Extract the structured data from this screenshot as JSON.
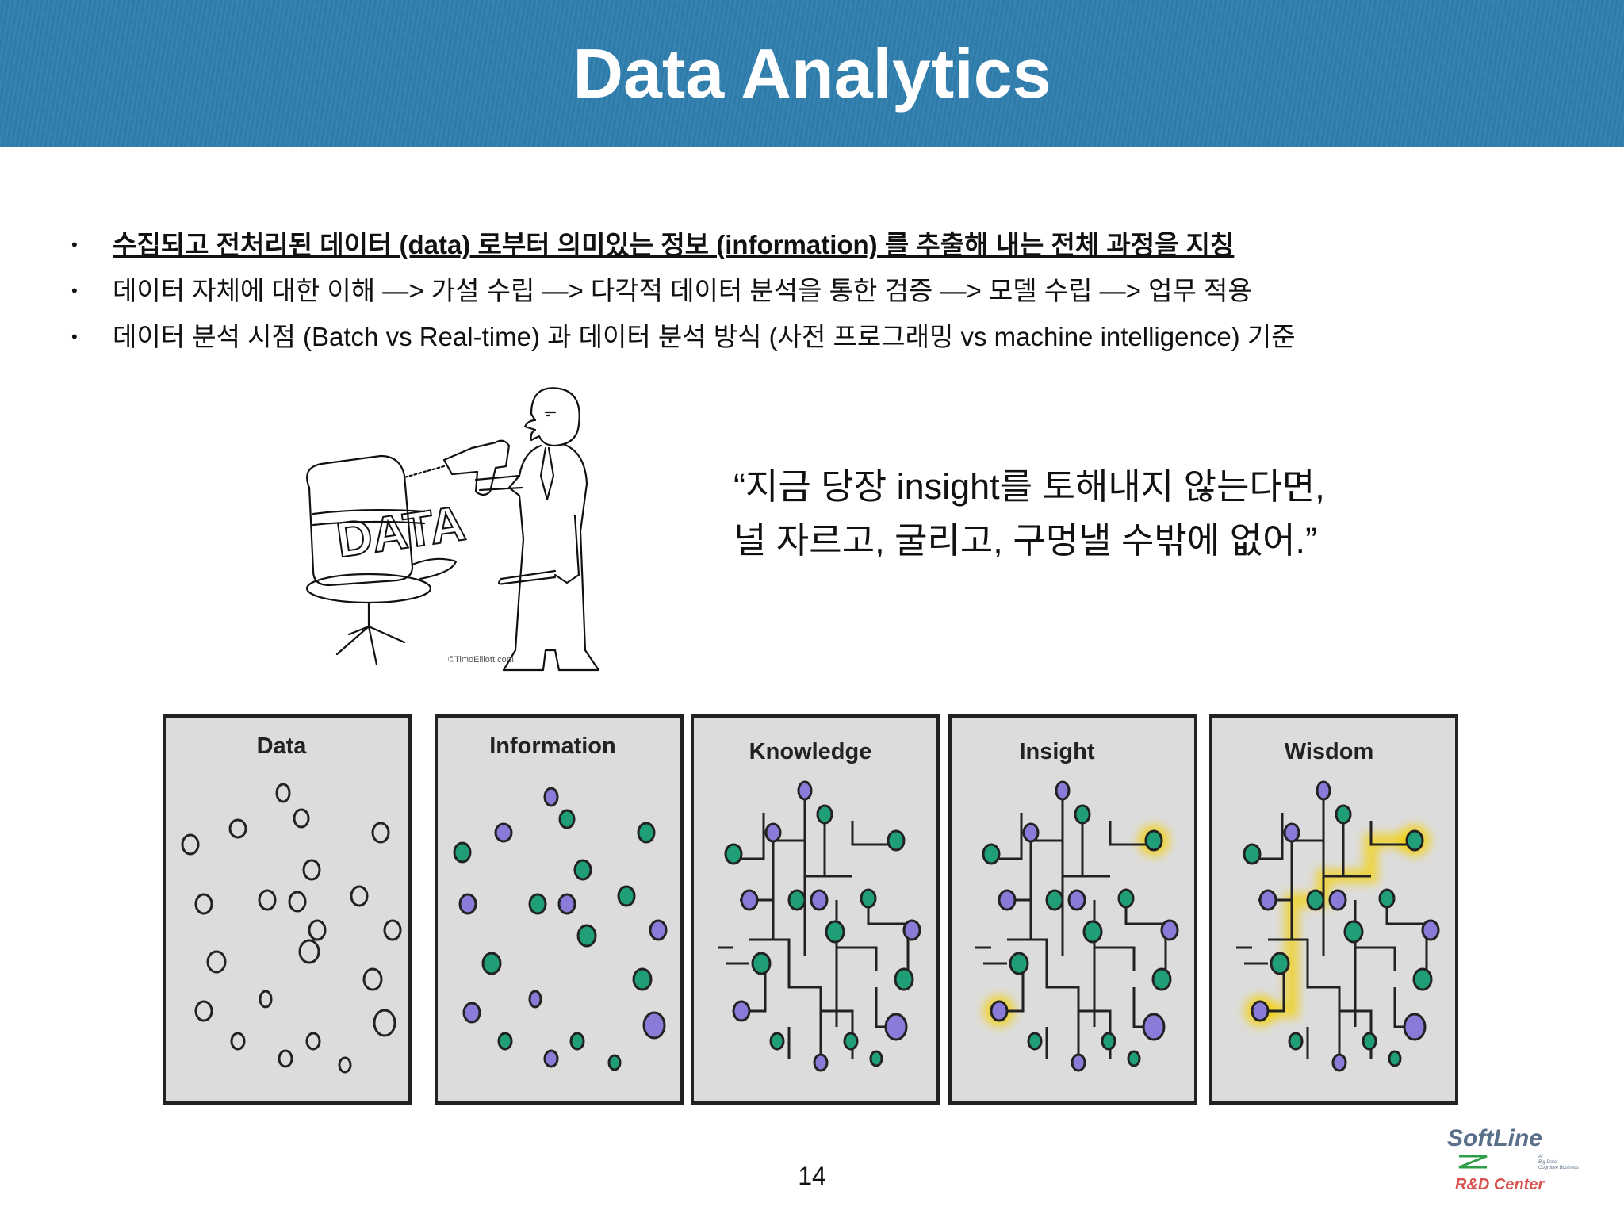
{
  "title": "Data Analytics",
  "bullets": [
    "수집되고 전처리된 데이터 (data) 로부터 의미있는 정보 (information) 를 추출해 내는 전체 과정을 지칭",
    "데이터 자체에 대한 이해 —> 가설 수립 —> 다각적 데이터 분석을 통한 검증 —> 모델 수립 —> 업무 적용",
    "데이터 분석 시점 (Batch vs Real-time) 과 데이터 분석 방식 (사전 프로그래밍 vs machine intelligence) 기준"
  ],
  "cartoon": {
    "chair_text": "DATA",
    "credit": "©TimoElliott.com"
  },
  "quote": {
    "line1": "“지금 당장 insight를 토해내지 않는다면,",
    "line2": "널 자르고, 굴리고, 구멍낼 수밖에 없어.”"
  },
  "panels": [
    "Data",
    "Information",
    "Knowledge",
    "Insight",
    "Wisdom"
  ],
  "page_number": "14",
  "logo": {
    "name": "SoftLine",
    "tagline": [
      "AI",
      "Big Data",
      "Cognitive Business"
    ],
    "center": "R&D Center"
  },
  "colors": {
    "header": "#2f7fb0",
    "dot_green": "#1f9e78",
    "dot_purple": "#8b7bd8",
    "highlight": "#f5d000"
  }
}
